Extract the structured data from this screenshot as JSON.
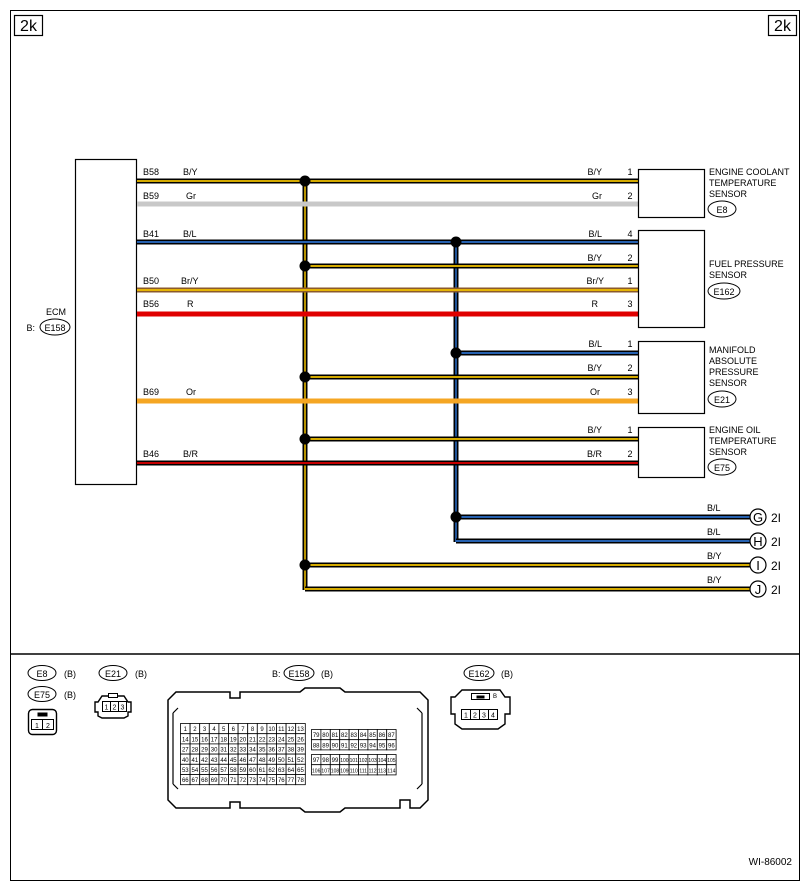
{
  "page": {
    "tag_left": "2k",
    "tag_right": "2k",
    "figure_id": "WI-86002"
  },
  "ecm": {
    "name": "ECM",
    "prefix": "B:",
    "connector": "E158"
  },
  "colors": {
    "black": "#000000",
    "yellow": "#f2c200",
    "gray": "#c8c8c8",
    "blue": "#2b6fc9",
    "orange": "#f5a623",
    "red": "#e00000"
  },
  "wires": [
    {
      "pin": "B58",
      "label": "B/Y",
      "rlabel": "B/Y",
      "rpin": "1",
      "colors": [
        "#000000",
        "#f2c200"
      ]
    },
    {
      "pin": "B59",
      "label": "Gr",
      "rlabel": "Gr",
      "rpin": "2",
      "colors": [
        "#c8c8c8",
        "#c8c8c8"
      ]
    },
    {
      "pin": "B41",
      "label": "B/L",
      "rlabel": "B/L",
      "rpin": "4",
      "colors": [
        "#000000",
        "#2b6fc9"
      ]
    },
    {
      "pin": "",
      "label": "",
      "rlabel": "B/Y",
      "rpin": "2",
      "colors": [
        "#000000",
        "#f2c200"
      ]
    },
    {
      "pin": "B50",
      "label": "Br/Y",
      "rlabel": "Br/Y",
      "rpin": "1",
      "colors": [
        "#8b5a2b",
        "#f2c200"
      ]
    },
    {
      "pin": "B56",
      "label": "R",
      "rlabel": "R",
      "rpin": "3",
      "colors": [
        "#e00000",
        "#e00000"
      ]
    },
    {
      "pin": "",
      "label": "",
      "rlabel": "B/L",
      "rpin": "1",
      "colors": [
        "#000000",
        "#2b6fc9"
      ]
    },
    {
      "pin": "",
      "label": "",
      "rlabel": "B/Y",
      "rpin": "2",
      "colors": [
        "#000000",
        "#f2c200"
      ]
    },
    {
      "pin": "B69",
      "label": "Or",
      "rlabel": "Or",
      "rpin": "3",
      "colors": [
        "#f5a623",
        "#f5a623"
      ]
    },
    {
      "pin": "",
      "label": "",
      "rlabel": "B/Y",
      "rpin": "1",
      "colors": [
        "#000000",
        "#f2c200"
      ]
    },
    {
      "pin": "B46",
      "label": "B/R",
      "rlabel": "B/R",
      "rpin": "2",
      "colors": [
        "#000000",
        "#e00000"
      ]
    }
  ],
  "sensors": [
    {
      "lines": [
        "ENGINE COOLANT",
        "TEMPERATURE",
        "SENSOR"
      ],
      "connector": "E8"
    },
    {
      "lines": [
        "FUEL PRESSURE",
        "SENSOR"
      ],
      "connector": "E162"
    },
    {
      "lines": [
        "MANIFOLD",
        "ABSOLUTE",
        "PRESSURE",
        "SENSOR"
      ],
      "connector": "E21"
    },
    {
      "lines": [
        "ENGINE OIL",
        "TEMPERATURE",
        "SENSOR"
      ],
      "connector": "E75"
    }
  ],
  "outputs": [
    {
      "label": "B/L",
      "letter": "G",
      "page": "2I"
    },
    {
      "label": "B/L",
      "letter": "H",
      "page": "2I"
    },
    {
      "label": "B/Y",
      "letter": "I",
      "page": "2I"
    },
    {
      "label": "B/Y",
      "letter": "J",
      "page": "2I"
    }
  ],
  "legend": {
    "e8": {
      "name": "E8",
      "tag": "(B)"
    },
    "e75": {
      "name": "E75",
      "tag": "(B)"
    },
    "e21": {
      "name": "E21",
      "tag": "(B)"
    },
    "e158": {
      "prefix": "B:",
      "name": "E158",
      "tag": "(B)"
    },
    "e162": {
      "name": "E162",
      "tag": "(B)"
    },
    "pins_e8": [
      "1",
      "2"
    ],
    "pins_e21": [
      "1",
      "2",
      "3"
    ],
    "pins_e162": [
      "1",
      "2",
      "3",
      "4"
    ],
    "ecm_left_rows": [
      [
        "1",
        "2",
        "3",
        "4",
        "5",
        "6",
        "7",
        "8",
        "9",
        "10",
        "11",
        "12",
        "13"
      ],
      [
        "14",
        "15",
        "16",
        "17",
        "18",
        "19",
        "20",
        "21",
        "22",
        "23",
        "24",
        "25",
        "26"
      ],
      [
        "27",
        "28",
        "29",
        "30",
        "31",
        "32",
        "33",
        "34",
        "35",
        "36",
        "37",
        "38",
        "39"
      ],
      [
        "40",
        "41",
        "42",
        "43",
        "44",
        "45",
        "46",
        "47",
        "48",
        "49",
        "50",
        "51",
        "52"
      ],
      [
        "53",
        "54",
        "55",
        "56",
        "57",
        "58",
        "59",
        "60",
        "61",
        "62",
        "63",
        "64",
        "65"
      ],
      [
        "66",
        "67",
        "68",
        "69",
        "70",
        "71",
        "72",
        "73",
        "74",
        "75",
        "76",
        "77",
        "78"
      ]
    ],
    "ecm_right_top": [
      [
        "79",
        "80",
        "81",
        "82",
        "83",
        "84",
        "85",
        "86",
        "87"
      ],
      [
        "88",
        "89",
        "90",
        "91",
        "92",
        "93",
        "94",
        "95",
        "96"
      ]
    ],
    "ecm_right_bot": [
      [
        "97",
        "98",
        "99",
        "100",
        "101",
        "102",
        "103",
        "104",
        "105"
      ],
      [
        "106",
        "107",
        "108",
        "109",
        "110",
        "111",
        "112",
        "113",
        "114"
      ]
    ]
  }
}
